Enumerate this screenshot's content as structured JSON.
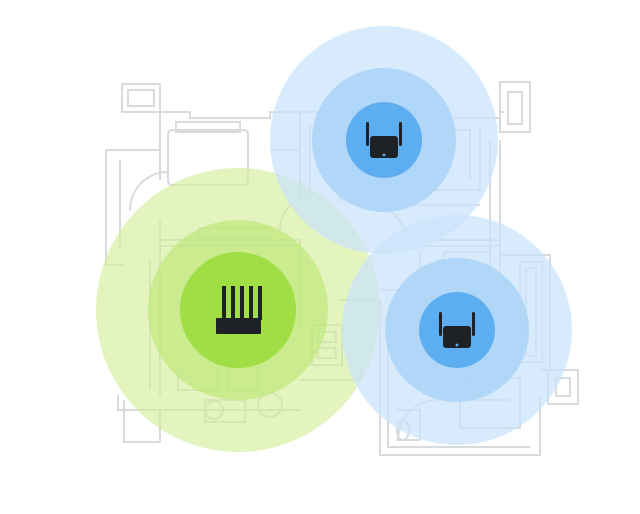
{
  "colors": {
    "background": "#ffffff",
    "floorplan_line": "#d7dbdd",
    "router_outer": "#d4ee97",
    "router_middle": "#bfe87b",
    "router_inner": "#9fde45",
    "extender_outer": "#c9e3fb",
    "extender_middle": "#a9d3f7",
    "extender_inner": "#5daef0",
    "device": "#1e2125"
  },
  "devices": [
    {
      "kind": "router",
      "antennas": 5,
      "icon": "router-icon"
    },
    {
      "kind": "extender",
      "antennas": 2,
      "icon": "wifi-extender-icon"
    },
    {
      "kind": "extender",
      "antennas": 2,
      "icon": "wifi-extender-icon"
    }
  ]
}
